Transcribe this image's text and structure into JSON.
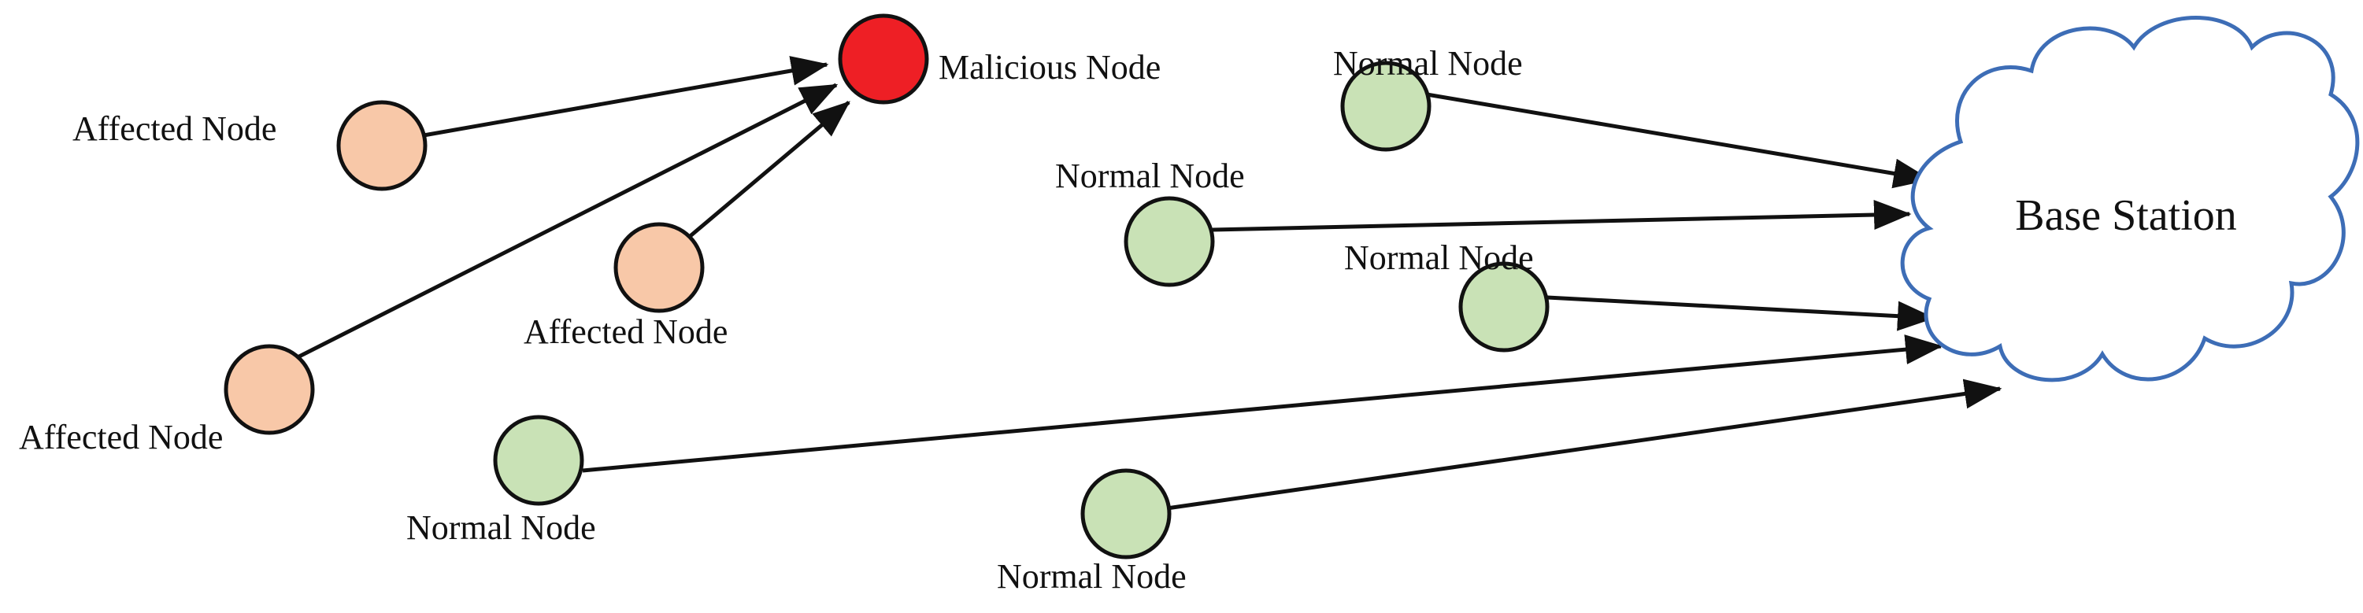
{
  "colors": {
    "malicious": "#ee1f25",
    "affected": "#f8c8a8",
    "normal": "#c9e2b6",
    "cloud_stroke": "#3d6db6",
    "arrow": "#111111"
  },
  "base_station": {
    "label": "Base Station"
  },
  "nodes": {
    "malicious": {
      "label": "Malicious Node",
      "kind": "malicious"
    },
    "affected_1": {
      "label": "Affected Node",
      "kind": "affected"
    },
    "affected_2": {
      "label": "Affected Node",
      "kind": "affected"
    },
    "affected_3": {
      "label": "Affected Node",
      "kind": "affected"
    },
    "normal_1": {
      "label": "Normal Node",
      "kind": "normal"
    },
    "normal_2": {
      "label": "Normal Node",
      "kind": "normal"
    },
    "normal_3": {
      "label": "Normal Node",
      "kind": "normal"
    },
    "normal_4": {
      "label": "Normal Node",
      "kind": "normal"
    },
    "normal_5": {
      "label": "Normal Node",
      "kind": "normal"
    }
  },
  "edges": [
    {
      "from": "affected_1",
      "to": "malicious"
    },
    {
      "from": "affected_3",
      "to": "malicious"
    },
    {
      "from": "affected_2",
      "to": "malicious"
    },
    {
      "from": "normal_1",
      "to": "base_station"
    },
    {
      "from": "normal_2",
      "to": "base_station"
    },
    {
      "from": "normal_3",
      "to": "base_station"
    },
    {
      "from": "normal_4",
      "to": "base_station"
    },
    {
      "from": "normal_5",
      "to": "base_station"
    }
  ]
}
